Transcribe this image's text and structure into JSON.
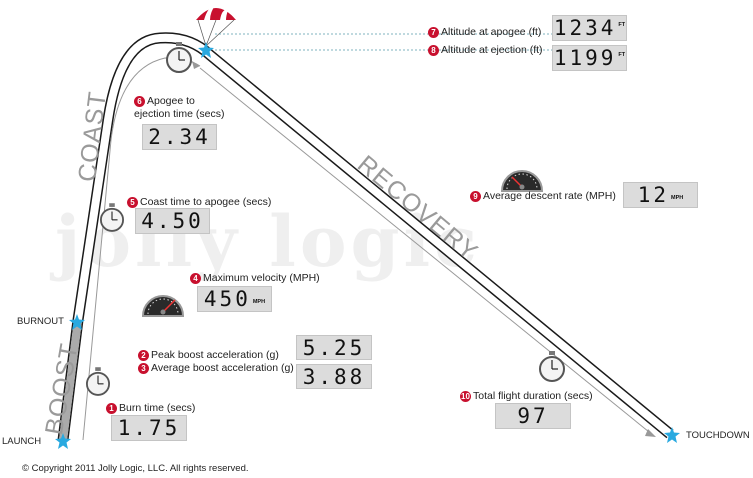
{
  "phases": {
    "coast": "COAST",
    "boost": "BOOST",
    "recovery": "RECOVERY"
  },
  "points": {
    "burnout": "BURNOUT",
    "launch": "LAUNCH",
    "touchdown": "TOUCHDOWN"
  },
  "watermark": "jolly logic",
  "metrics": [
    {
      "num": "1",
      "label": "Burn time (secs)",
      "value": "1.75",
      "unit": ""
    },
    {
      "num": "2",
      "label": "Peak boost acceleration (g)",
      "value": "5.25",
      "unit": ""
    },
    {
      "num": "3",
      "label": "Average boost acceleration (g)",
      "value": "3.88",
      "unit": ""
    },
    {
      "num": "4",
      "label": "Maximum velocity (MPH)",
      "value": "450",
      "unit": "MPH"
    },
    {
      "num": "5",
      "label": "Coast time to apogee (secs)",
      "value": "4.50",
      "unit": ""
    },
    {
      "num": "6",
      "label_line1": "Apogee to",
      "label_line2": "ejection time (secs)",
      "value": "2.34",
      "unit": ""
    },
    {
      "num": "7",
      "label": "Altitude at apogee (ft)",
      "value": "1234",
      "unit": "FT"
    },
    {
      "num": "8",
      "label": "Altitude at ejection (ft)",
      "value": "1199",
      "unit": "FT"
    },
    {
      "num": "9",
      "label": "Average descent rate (MPH)",
      "value": "12",
      "unit": "MPH"
    },
    {
      "num": "10",
      "label": "Total flight duration (secs)",
      "value": "97",
      "unit": ""
    }
  ],
  "copyright": "© Copyright 2011 Jolly Logic, LLC. All rights reserved.",
  "icons": [
    "stopwatch-icon",
    "speedometer-icon",
    "parachute-icon",
    "star-icon"
  ]
}
